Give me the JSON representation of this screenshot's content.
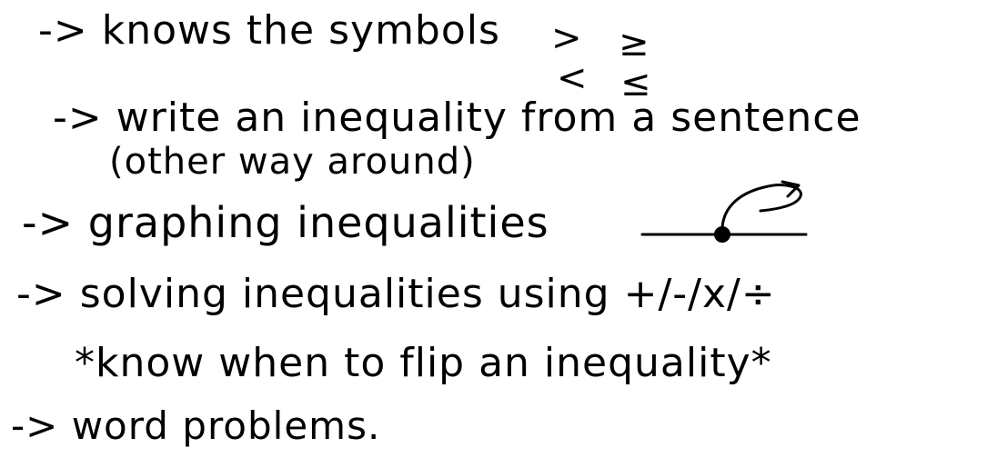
{
  "notes": {
    "line1": "-> knows the symbols",
    "symbols": {
      "gt": ">",
      "ge": "≥",
      "lt": "<",
      "le": "≤"
    },
    "line2": "-> write an inequality from a sentence",
    "line3": "(other way around)",
    "line4": "-> graphing inequalities",
    "line5": "-> solving inequalities using +/-/x/÷",
    "line6": "*know when to flip an inequality*",
    "line7": "-> word problems."
  },
  "ink_color": "#000000"
}
